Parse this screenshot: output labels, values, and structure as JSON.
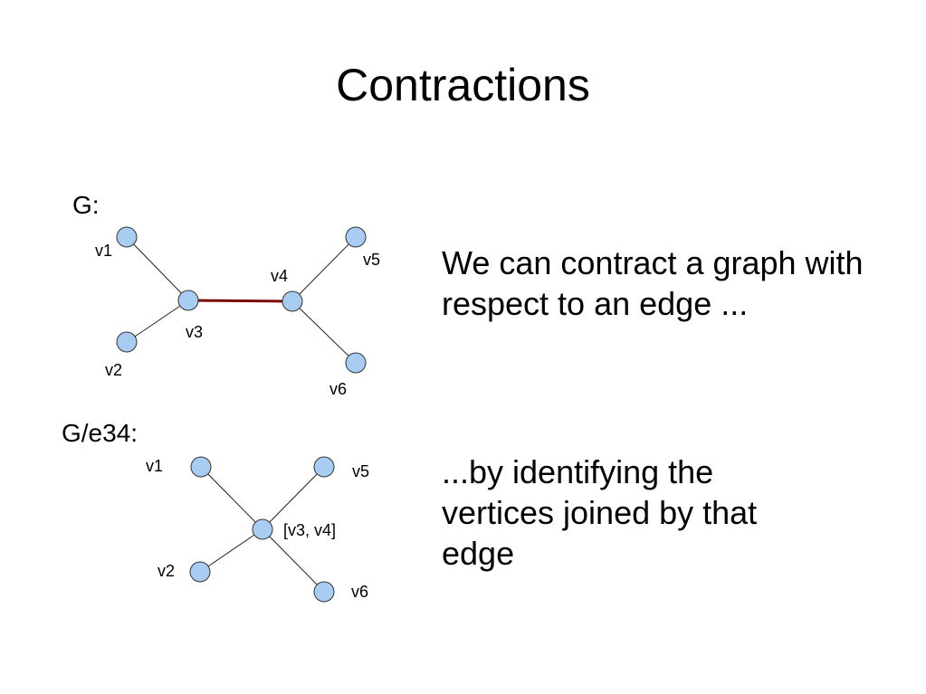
{
  "slide": {
    "title": "Contractions",
    "text_top": "We can contract a graph with respect to an edge ...",
    "text_bottom": "...by identifying the vertices joined by that edge"
  },
  "graph_g": {
    "label": "G:",
    "vertices": [
      "v1",
      "v2",
      "v3",
      "v4",
      "v5",
      "v6"
    ],
    "edges": [
      [
        "v1",
        "v3"
      ],
      [
        "v2",
        "v3"
      ],
      [
        "v3",
        "v4"
      ],
      [
        "v4",
        "v5"
      ],
      [
        "v4",
        "v6"
      ]
    ],
    "highlighted_edge": [
      "v3",
      "v4"
    ],
    "highlight_color": "#7a0a0a"
  },
  "graph_contracted": {
    "label": "G/e34:",
    "vertices": [
      "v1",
      "v2",
      "[v3, v4]",
      "v5",
      "v6"
    ],
    "edges": [
      [
        "v1",
        "[v3, v4]"
      ],
      [
        "v2",
        "[v3, v4]"
      ],
      [
        "v5",
        "[v3, v4]"
      ],
      [
        "v6",
        "[v3, v4]"
      ]
    ]
  },
  "colors": {
    "vertex_fill": "#a9cdf2",
    "edge": "#222222"
  }
}
